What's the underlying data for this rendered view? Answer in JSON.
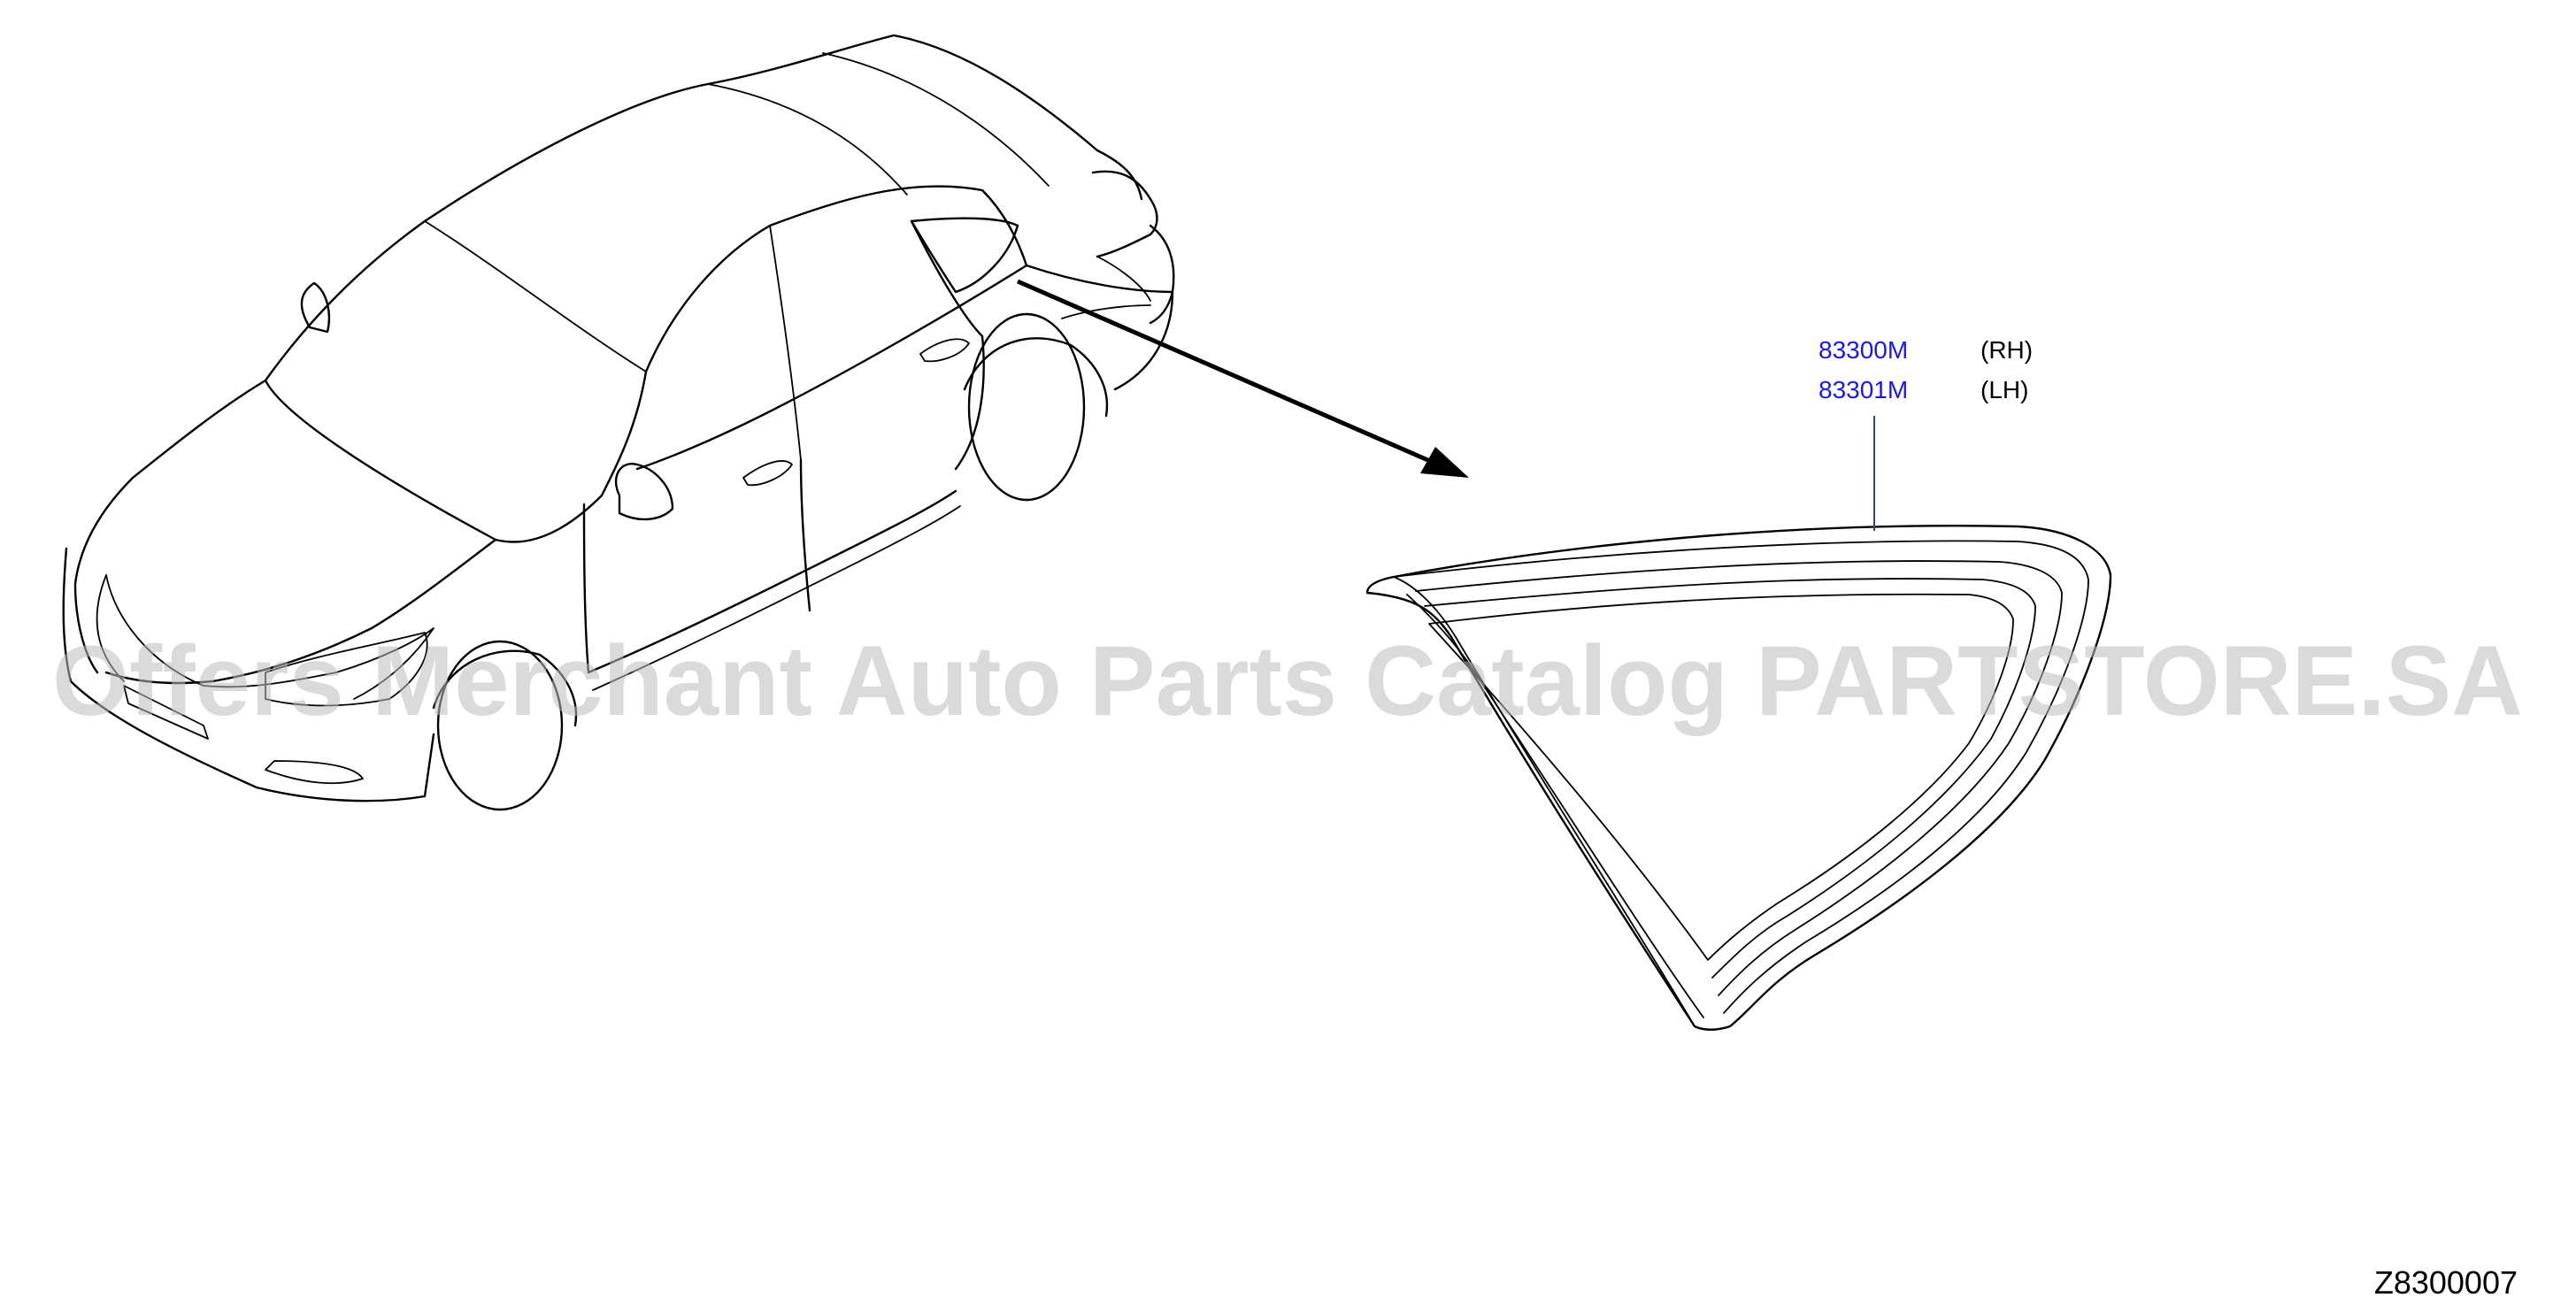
{
  "diagram": {
    "parts": [
      {
        "number": "83300M",
        "side": "(RH)"
      },
      {
        "number": "83301M",
        "side": "(LH)"
      }
    ],
    "figure_code": "Z8300007",
    "watermark": "Offers Merchant Auto Parts Catalog PARTSTORE.SA",
    "colors": {
      "part_link": "#1a1adc",
      "line": "#000000",
      "watermark": "#bdbdbd"
    }
  }
}
